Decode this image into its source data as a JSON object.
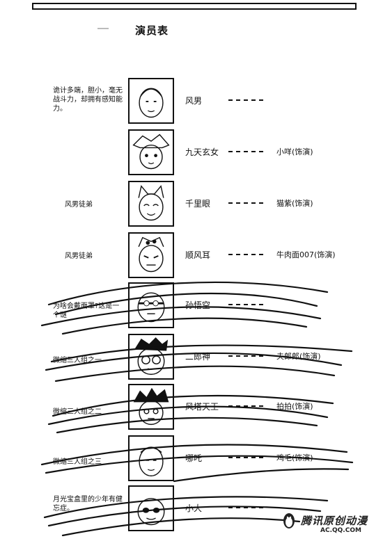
{
  "page": {
    "title": "演员表"
  },
  "cast": [
    {
      "desc": "诡计多端，胆小，毫无战斗力，却拥有感知能力。",
      "name": "风男",
      "actor": ""
    },
    {
      "desc": "",
      "name": "九天玄女",
      "actor": "小咩(饰演)"
    },
    {
      "desc": "风男徒弟",
      "name": "千里眼",
      "actor": "猫紫(饰演)"
    },
    {
      "desc": "风男徒弟",
      "name": "顺风耳",
      "actor": "牛肉面007(饰演)"
    },
    {
      "desc": "为啥会戴面罩?这是一个谜",
      "name": "孙悟空",
      "actor": ""
    },
    {
      "desc": "微缩三人组之一",
      "name": "二郎神",
      "actor": "夫郎郎(饰演)"
    },
    {
      "desc": "微缩三人组之二",
      "name": "风塔天王",
      "actor": "拍拍(饰演)"
    },
    {
      "desc": "微缩三人组之三",
      "name": "哪吒",
      "actor": "鸡毛(饰演)"
    },
    {
      "desc": "月光宝盒里的少年有健忘症。",
      "name": "小大",
      "actor": ""
    }
  ],
  "watermark": {
    "brand": "腾讯原创动漫",
    "url": "AC.QQ.COM"
  }
}
